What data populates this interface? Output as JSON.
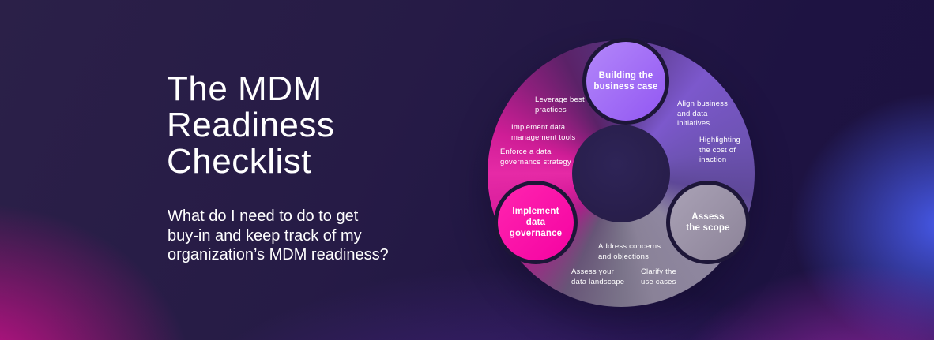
{
  "left_panel": {
    "title": "The MDM\nReadiness\nChecklist",
    "subtitle": "What do I need to do to get\nbuy-in and keep track of my\norganization’s MDM readiness?"
  },
  "diagram": {
    "type": "cycle-ring",
    "nodes": {
      "building": {
        "label": "Building the\nbusiness case",
        "color": "#a06ef5"
      },
      "governance": {
        "label": "Implement\ndata\ngovernance",
        "color": "#fb0ba5"
      },
      "assess": {
        "label": "Assess\nthe scope",
        "color": "#9890a8"
      }
    },
    "ring_labels": [
      {
        "text": "Leverage best\npractices"
      },
      {
        "text": "Implement data\nmanagement tools"
      },
      {
        "text": "Enforce a data\ngovernance strategy"
      },
      {
        "text": "Align business\nand data\ninitiatives"
      },
      {
        "text": "Highlighting\nthe cost of\ninaction"
      },
      {
        "text": "Address concerns\nand objections"
      },
      {
        "text": "Assess your\ndata landscape"
      },
      {
        "text": "Clarify the\nuse cases"
      }
    ]
  },
  "colors": {
    "background_base": "#221745",
    "glow_magenta": "#e00e92",
    "glow_blue": "#485cf0",
    "glow_purple": "#6e32c8",
    "glow_bottom_right": "#ba2ac6",
    "ring_magenta": "#e62aa6",
    "ring_purple": "#7c58cc",
    "ring_gray": "#8f87a0",
    "node_border": "#1d1638",
    "ring_hole": "#2a2150",
    "text": "#ffffff"
  }
}
